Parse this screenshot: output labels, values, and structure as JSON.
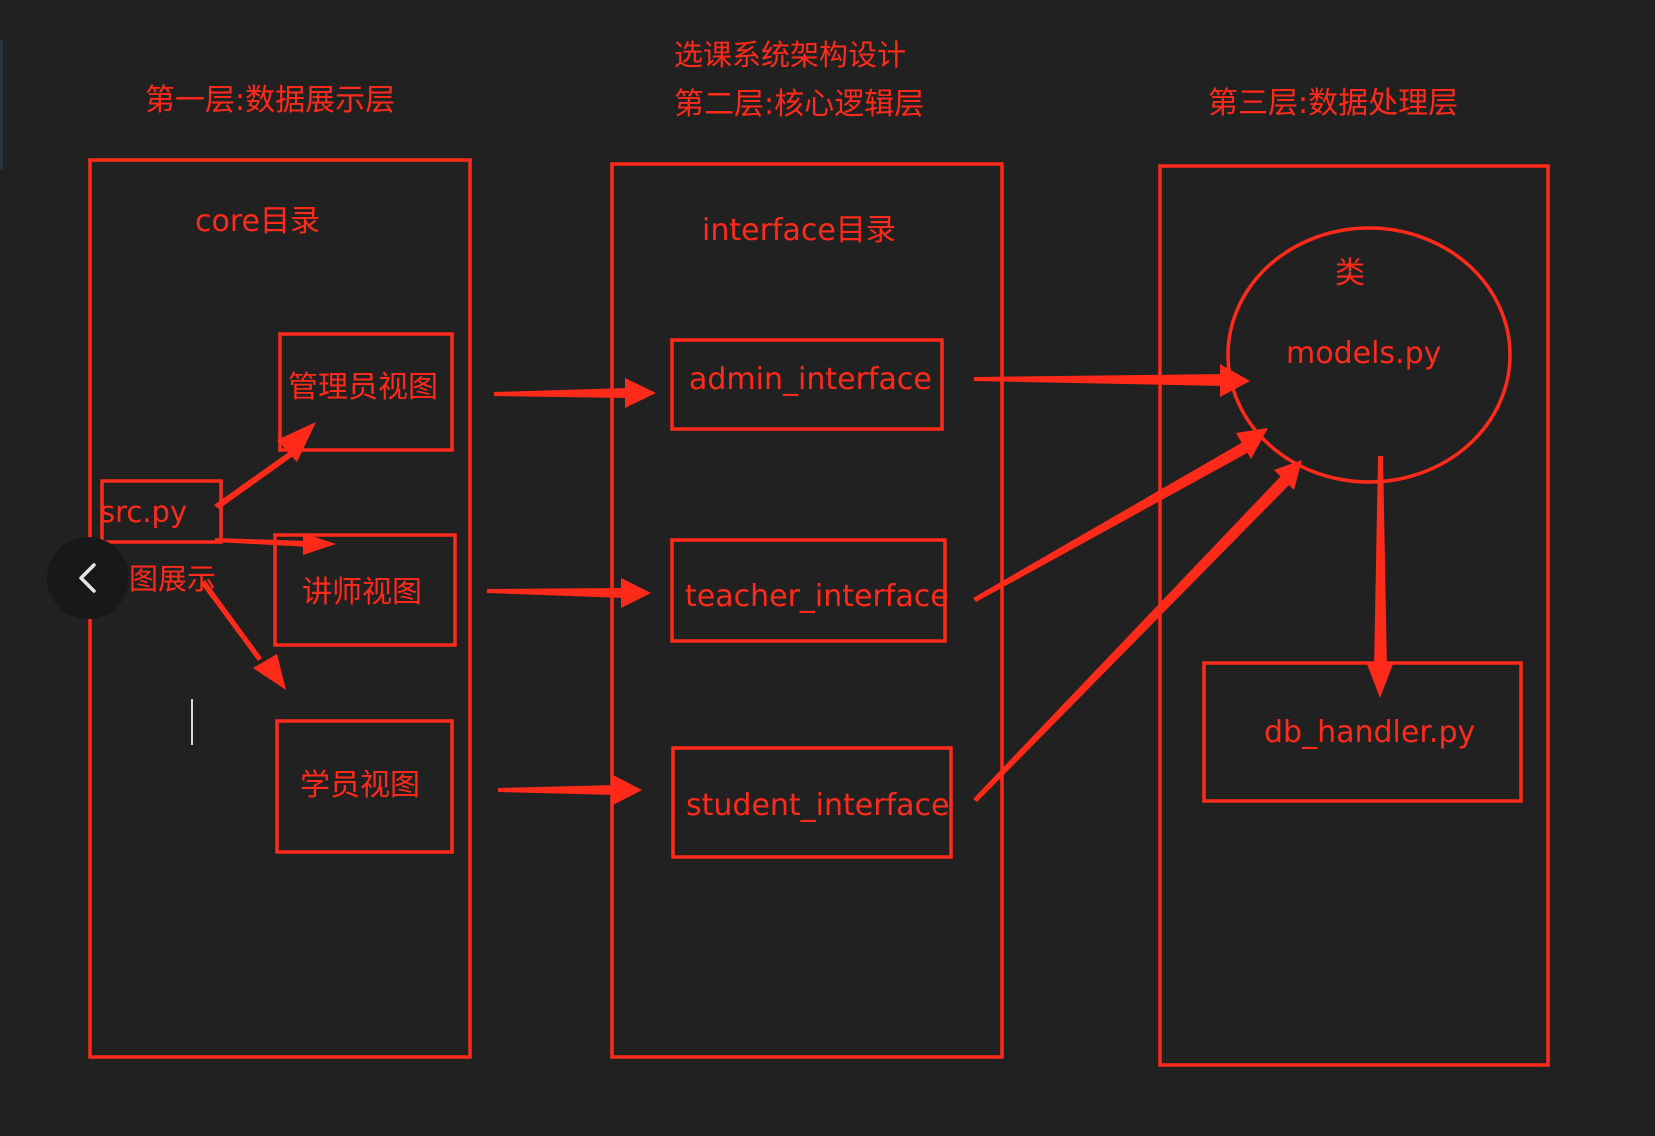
{
  "title": "选课系统架构设计",
  "layers": {
    "layer1": {
      "heading": "第一层:数据展示层",
      "dir": "core目录"
    },
    "layer2": {
      "heading": "第二层:核心逻辑层",
      "dir": "interface目录"
    },
    "layer3": {
      "heading": "第三层:数据处理层",
      "class_label": "类"
    }
  },
  "nodes": {
    "src": "src.py",
    "view_display": "视图展示",
    "admin_view": "管理员视图",
    "teacher_view": "讲师视图",
    "student_view": "学员视图",
    "admin_interface": "admin_interface",
    "teacher_interface": "teacher_interface",
    "student_interface": "student_interface",
    "models": "models.py",
    "db_handler": "db_handler.py"
  },
  "colors": {
    "background": "#212121",
    "accent": "#ff2a1a"
  },
  "icons": {
    "nav_back": "chevron-left-icon"
  }
}
